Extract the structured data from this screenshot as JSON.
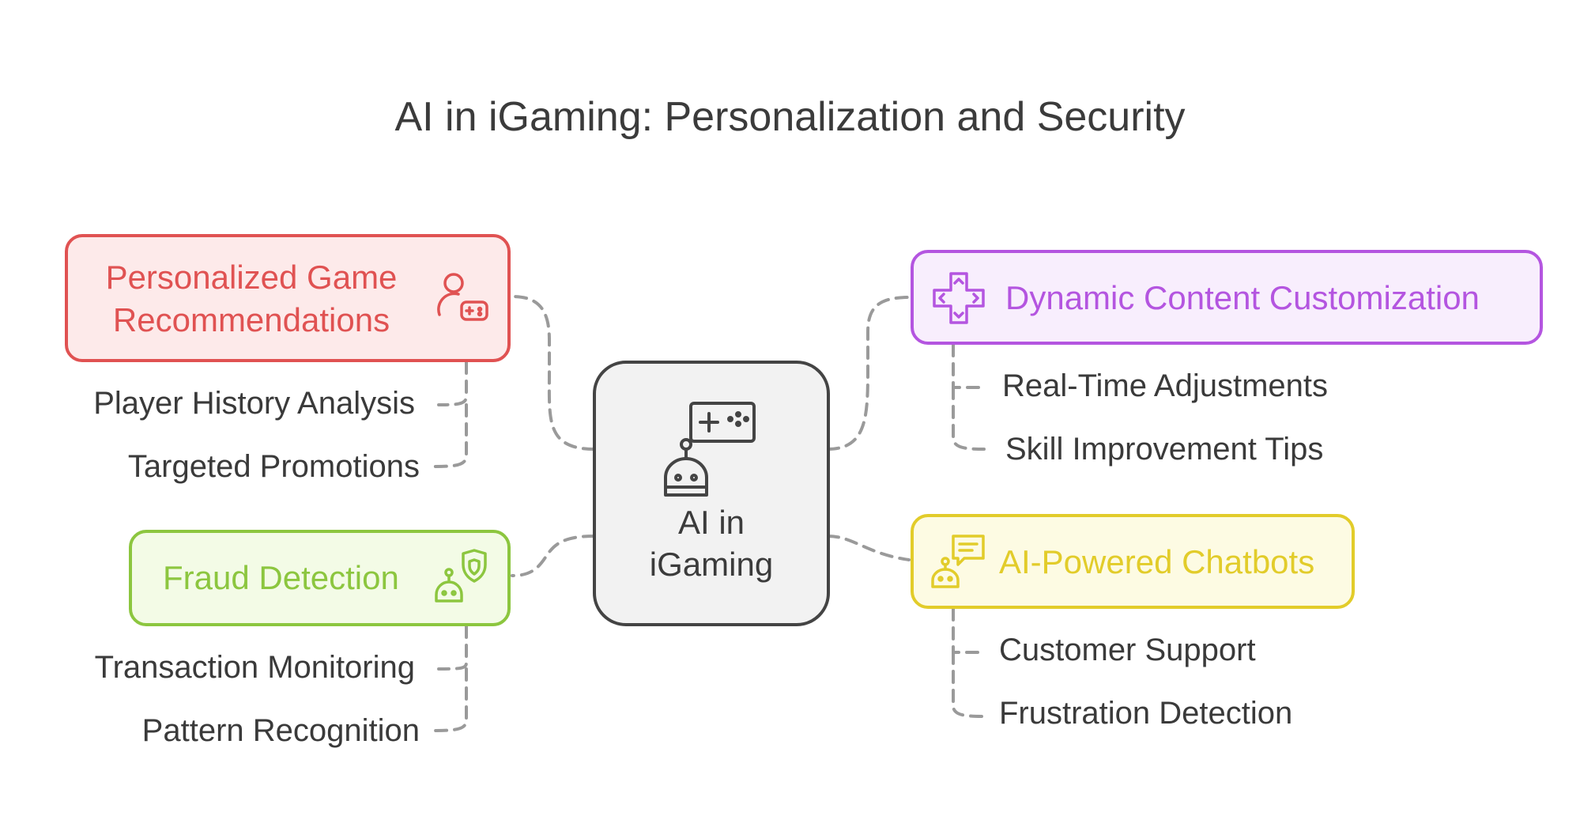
{
  "title": "AI in iGaming: Personalization and Security",
  "center": {
    "label_line1": "AI in",
    "label_line2": "iGaming",
    "icon": "robot-gamepad-icon"
  },
  "branches": {
    "personalized": {
      "label_line1": "Personalized Game",
      "label_line2": "Recommendations",
      "icon": "user-gamepad-icon",
      "color": "#e05252",
      "fill": "#fdeaea",
      "items": [
        "Player History Analysis",
        "Targeted Promotions"
      ]
    },
    "fraud": {
      "label": "Fraud Detection",
      "icon": "robot-shield-icon",
      "color": "#8cc63f",
      "fill": "#f3fbe6",
      "items": [
        "Transaction Monitoring",
        "Pattern Recognition"
      ]
    },
    "dynamic": {
      "label": "Dynamic Content Customization",
      "icon": "dpad-arrows-icon",
      "color": "#b455e0",
      "fill": "#f8eefd",
      "items": [
        "Real-Time Adjustments",
        "Skill Improvement Tips"
      ]
    },
    "chatbots": {
      "label": "AI-Powered Chatbots",
      "icon": "robot-chat-icon",
      "color": "#e2cc2a",
      "fill": "#fdfbe3",
      "items": [
        "Customer Support",
        "Frustration Detection"
      ]
    }
  }
}
